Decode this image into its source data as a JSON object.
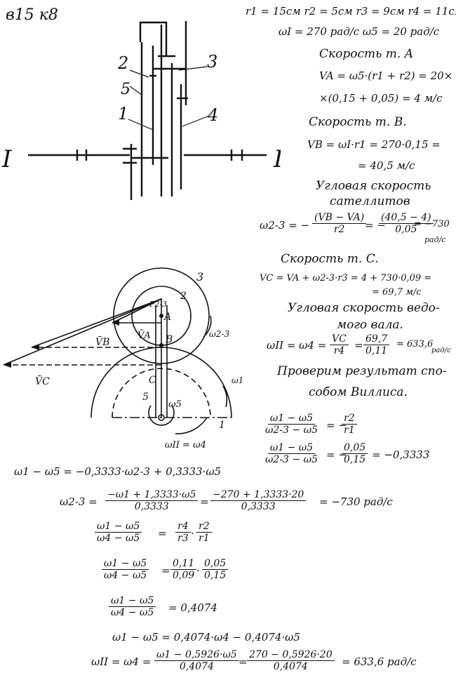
{
  "header": {
    "variant": "в15 к8"
  },
  "given": {
    "radii": "r1 = 15см   r2 = 5см   r3 = 9см   r4 = 11см",
    "omegas": "ωI = 270 рад/с      ω5 = 20 рад/с"
  },
  "scheme": {
    "shaft_left": "I",
    "shaft_right": "II",
    "l1": "1",
    "l2": "2",
    "l3": "3",
    "l4": "4",
    "l5": "5"
  },
  "right": {
    "vA_title": "Скорость т. A",
    "vA_1": "VA = ω5·(r1 + r2) = 20×",
    "vA_2": "×(0,15 + 0,05) = 4 м/с",
    "vB_title": "Скорость т. B.",
    "vB_1": "VB = ωI·r1 = 270·0,15 =",
    "vB_2": "= 40,5 м/с",
    "sat_title_1": "Угловая скорость",
    "sat_title_2": "сателлитов",
    "w23_lhs": "ω2-3 = −",
    "w23_num": "(VB − VA)",
    "w23_den": "r2",
    "w23_mid": "= −",
    "w23_num2": "(40,5 − 4)",
    "w23_den2": "0,05",
    "w23_res": "= −730",
    "w23_unit": "рад/с",
    "vC_title": "Скорость т. C.",
    "vC_1": "VC = VA + ω2-3·r3 = 4 + 730·0,09 =",
    "vC_2": "= 69,7 м/с",
    "out_title_1": "Угловая скорость ведо-",
    "out_title_2": "мого вала.",
    "wII_lhs": "ωII = ω4 =",
    "wII_num": "VC",
    "wII_den": "r4",
    "wII_eq": "=",
    "wII_num2": "69,7",
    "wII_den2": "0,11",
    "wII_res": "= 633,6",
    "wII_unit": "рад/с",
    "check_1": "Проверим результат спо-",
    "check_2": "собом Виллиса.",
    "w1_num": "ω1 − ω5",
    "w1_den": "ω2-3 − ω5",
    "w1_rhs": "= −",
    "w1_rnum": "r2",
    "w1_rden": "r1",
    "w2_num": "ω1 − ω5",
    "w2_den": "ω2-3 − ω5",
    "w2_rhs": "= −",
    "w2_rnum": "0,05",
    "w2_rden": "0,15",
    "w2_res": "= −0,3333"
  },
  "diagram": {
    "n3": "3",
    "n2": "2",
    "p23": "P2-3",
    "A": "A",
    "vA": "V̄A",
    "B": "B",
    "vB": "V̄B",
    "C": "C",
    "vC": "V̄C",
    "w23": "ω2-3",
    "w1": "ω1 = ωI",
    "n5": "5",
    "w5": "ω5",
    "n1": "1",
    "wII": "ωII = ω4"
  },
  "bottom": {
    "eq1": "ω1 − ω5 = −0,3333·ω2-3 + 0,3333·ω5",
    "eq2_lhs": "ω2-3 =",
    "eq2_num": "−ω1 + 1,3333·ω5",
    "eq2_den": "0,3333",
    "eq2_eq": "=",
    "eq2_num2": "−270 + 1,3333·20",
    "eq2_den2": "0,3333",
    "eq2_res": "= −730 рад/с",
    "eq3_num": "ω1 − ω5",
    "eq3_den": "ω4 − ω5",
    "eq3_eq": "=",
    "eq3_n1": "r4",
    "eq3_d1": "r3",
    "eq3_dot": "·",
    "eq3_n2": "r2",
    "eq3_d2": "r1",
    "eq4_num": "ω1 − ω5",
    "eq4_den": "ω4 − ω5",
    "eq4_eq": "=",
    "eq4_n1": "0,11",
    "eq4_d1": "0,09",
    "eq4_dot": "·",
    "eq4_n2": "0,05",
    "eq4_d2": "0,15",
    "eq5_num": "ω1 − ω5",
    "eq5_den": "ω4 − ω5",
    "eq5_res": "= 0,4074",
    "eq6": "ω1 − ω5 = 0,4074·ω4 − 0,4074·ω5",
    "eq7_lhs": "ωII = ω4 =",
    "eq7_num": "ω1 − 0,5926·ω5",
    "eq7_den": "0,4074",
    "eq7_eq": "=",
    "eq7_num2": "270 − 0,5926·20",
    "eq7_den2": "0,4074",
    "eq7_res": "= 633,6 рад/с"
  }
}
